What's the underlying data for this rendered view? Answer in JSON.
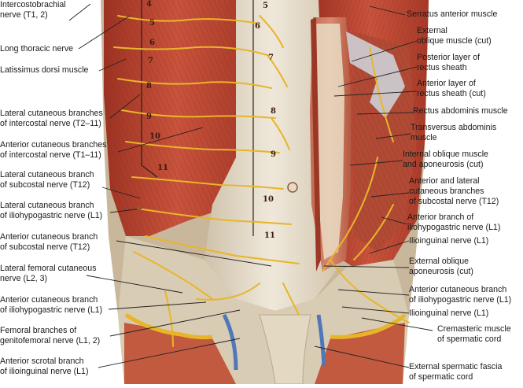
{
  "labels_left": [
    "Intercostobrachial\nnerve (T1, 2)",
    "Long thoracic nerve",
    "Latissimus dorsi muscle",
    "Lateral cutaneous branches\nof intercostal nerve (T2–11)",
    "Anterior cutaneous branches\nof intercostal nerve (T1–11)",
    "Lateral cutaneous branch\nof subcostal nerve (T12)",
    "Lateral cutaneous branch\nof iliohypogastric nerve (L1)",
    "Anterior cutaneous branch\nof subcostal nerve (T12)",
    "Lateral femoral cutaneous\nnerve (L2, 3)",
    "Anterior cutaneous branch\nof iliohypogastric nerve (L1)",
    "Femoral branches of\ngenitofemoral nerve (L1, 2)",
    "Anterior scrotal branch\nof ilioinguinal nerve (L1)"
  ],
  "labels_right": [
    "Serratus anterior muscle",
    "External\noblique muscle (cut)",
    "Posterior layer of\nrectus sheath",
    "Anterior layer of\nrectus sheath (cut)",
    "Rectus abdominis muscle",
    "Transversus abdominis\nmuscle",
    "Internal oblique muscle\nand aponeurosis (cut)",
    "Anterior and lateral\ncutaneous branches\nof subcostal nerve (T12)",
    "Anterior branch of\niliohypogastric nerve (L1)",
    "Ilioinguinal nerve (L1)",
    "External oblique\naponeurosis (cut)",
    "Anterior cutaneous branch\nof iliohypogastric nerve (L1)",
    "Ilioinguinal nerve (L1)",
    "Cremasteric muscle\nof spermatic cord",
    "External spermatic fascia\nof spermatic cord"
  ],
  "segment_numbers_left": [
    "4",
    "5",
    "6",
    "7",
    "8",
    "9",
    "10",
    "11"
  ],
  "segment_numbers_center": [
    "5",
    "6",
    "7",
    "8",
    "9",
    "10",
    "11"
  ],
  "colors": {
    "muscle": "#b8412f",
    "muscle_light": "#d8705a",
    "fascia": "#e6dccb",
    "nerve": "#e8b52a",
    "vessel": "#4f78b8",
    "leader": "#222222"
  }
}
